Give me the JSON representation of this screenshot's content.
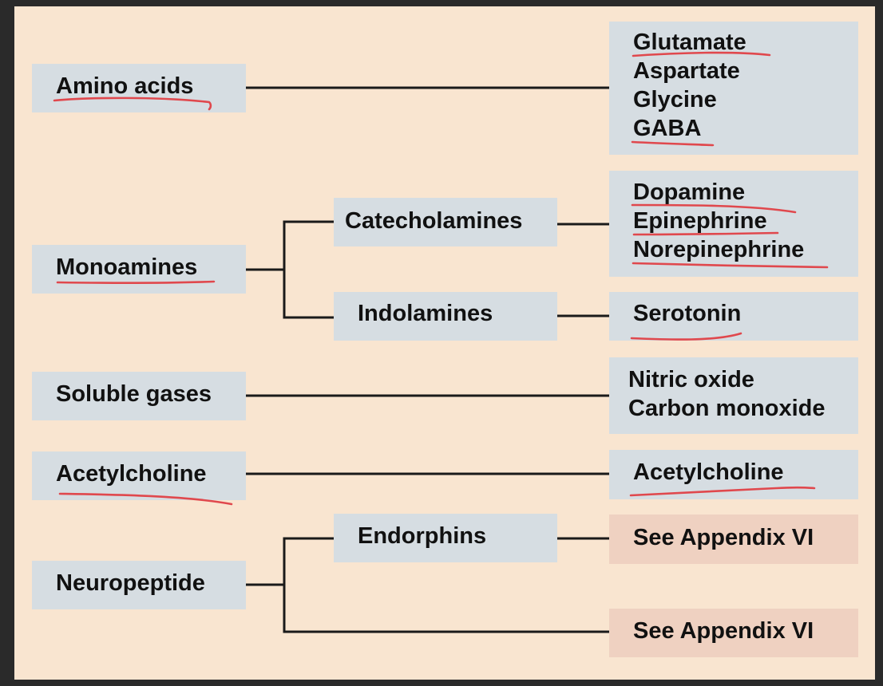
{
  "categories": {
    "amino_acids": "Amino acids",
    "monoamines": "Monoamines",
    "soluble_gases": "Soluble gases",
    "acetylcholine": "Acetylcholine",
    "neuropeptide": "Neuropeptide"
  },
  "subcategories": {
    "catecholamines": "Catecholamines",
    "indolamines": "Indolamines",
    "endorphins": "Endorphins"
  },
  "examples": {
    "amino_acids": [
      "Glutamate",
      "Aspartate",
      "Glycine",
      "GABA"
    ],
    "catecholamines": [
      "Dopamine",
      "Epinephrine",
      "Norepinephrine"
    ],
    "indolamines": [
      "Serotonin"
    ],
    "soluble_gases": [
      "Nitric oxide",
      "Carbon monoxide"
    ],
    "acetylcholine": [
      "Acetylcholine"
    ],
    "endorphins": [
      "See Appendix VI"
    ],
    "neuropeptide_other": [
      "See Appendix VI"
    ]
  },
  "colors": {
    "background": "#f9e5d0",
    "box": "#d6dde2",
    "appendix_box": "#efd1c1",
    "connector": "#1a1a1a",
    "annotation_underline": "#e0484d"
  }
}
